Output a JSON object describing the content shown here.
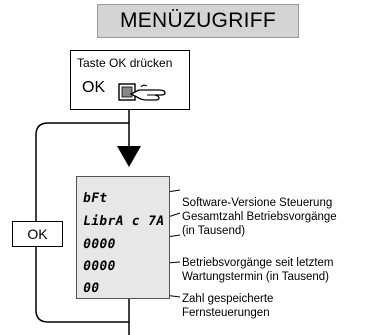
{
  "title": "MENÜZUGRIFF",
  "instruction": {
    "text": "Taste OK drücken",
    "ok_label": "OK",
    "icon": "hand-pressing-button-icon"
  },
  "side_button": {
    "label": "OK"
  },
  "display": {
    "lines": [
      "bFt",
      "LibrA c 7A",
      "0000",
      "0000",
      "00"
    ]
  },
  "descriptions": [
    {
      "line1": "Software-Versione Steuerung",
      "line2": ""
    },
    {
      "line1": "Gesamtzahl Betriebsvorgänge",
      "line2": "(in Tausend)"
    },
    {
      "line1": "Betriebsvorgänge seit letztem",
      "line2": "Wartungstermin (in Tausend)"
    },
    {
      "line1": "Zahl gespeicherte",
      "line2": "Fernsteuerungen"
    }
  ]
}
